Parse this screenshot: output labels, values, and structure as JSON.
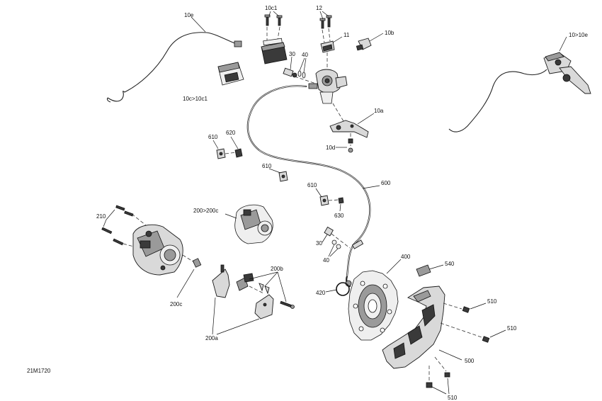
{
  "diagram": {
    "reference_code": "21M1720",
    "callouts": {
      "c10e": "10e",
      "c10c1": "10c1",
      "c12": "12",
      "c11": "11",
      "c10b": "10b",
      "c10to10e": "10>10e",
      "c30_top": "30",
      "c40_top": "40",
      "c10c_to_10c1": "10c>10c1",
      "c10a": "10a",
      "c10d": "10d",
      "c610_a": "610",
      "c620": "620",
      "c610_b": "610",
      "c600": "600",
      "c610_c": "610",
      "c630": "630",
      "c210": "210",
      "c200_to_200c": "200>200c",
      "c30_low": "30",
      "c40_low": "40",
      "c400": "400",
      "c540": "540",
      "c200b": "200b",
      "c420": "420",
      "c200c": "200c",
      "c510_a": "510",
      "c510_b": "510",
      "c200a": "200a",
      "c500": "500",
      "c510_c": "510"
    }
  }
}
